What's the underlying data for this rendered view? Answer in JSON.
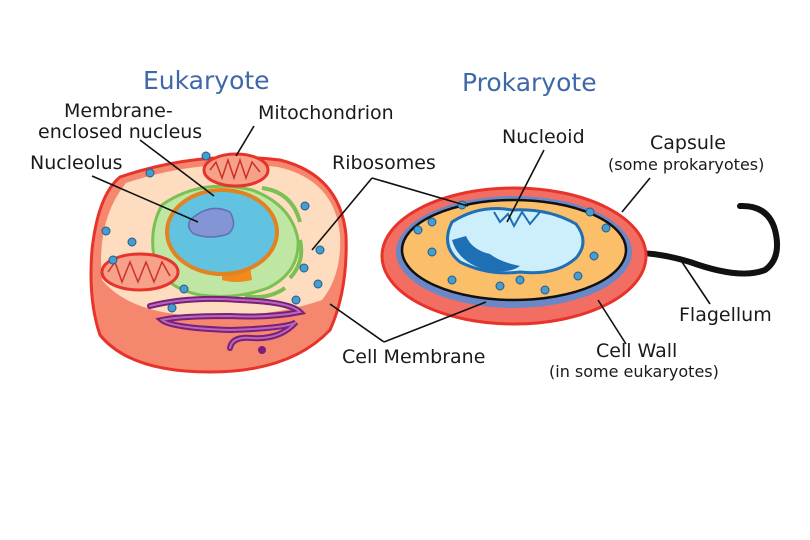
{
  "titles": {
    "eukaryote": "Eukaryote",
    "prokaryote": "Prokaryote"
  },
  "labels": {
    "membrane_nucleus_line1": "Membrane-",
    "membrane_nucleus_line2": "enclosed nucleus",
    "mitochondrion": "Mitochondrion",
    "nucleolus": "Nucleolus",
    "ribosomes": "Ribosomes",
    "nucleoid": "Nucleoid",
    "capsule": "Capsule",
    "capsule_note": "(some prokaryotes)",
    "flagellum": "Flagellum",
    "cell_membrane": "Cell Membrane",
    "cell_wall": "Cell Wall",
    "cell_wall_note": "(in some eukaryotes)"
  },
  "colors": {
    "title_blue": "#3f68a8",
    "membrane_red": "#e8332a",
    "outer_pink": "#f47a6e",
    "cytoplasm": "#fddcc0",
    "nucleus_blue": "#62c3e0",
    "nucleolus_purple": "#7d8fd0",
    "er_green": "#8ecf63",
    "golgi_orange": "#f08a1c",
    "ribosome_blue": "#4a9ccc",
    "purple_er": "#7b1f7a",
    "proka_cytoplasm": "#fbbf6a",
    "proka_wall": "#6a88c8",
    "nucleoid_light": "#cdeffb",
    "nucleoid_dark": "#1f6fb4"
  }
}
